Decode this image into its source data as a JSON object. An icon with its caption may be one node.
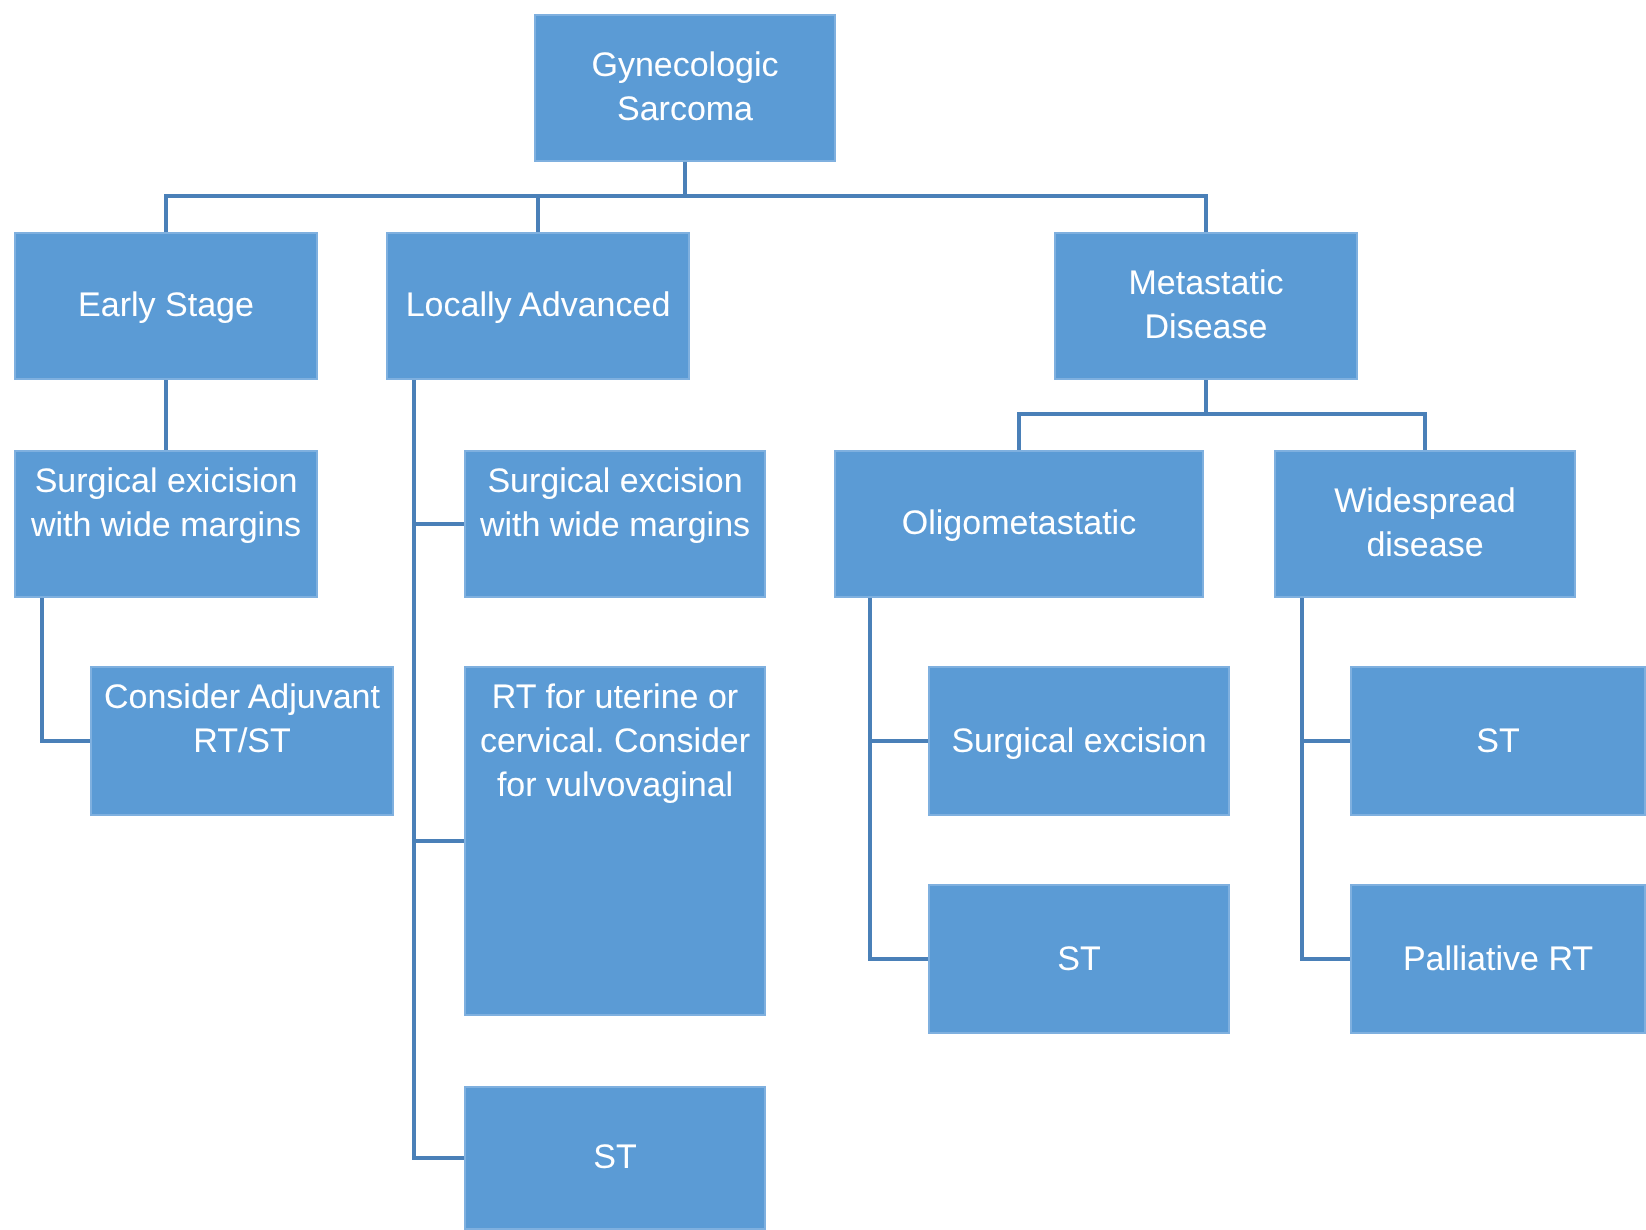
{
  "diagram": {
    "nodes": [
      {
        "text": [
          "Gynecologic Sarcoma"
        ]
      },
      {
        "text": [
          "Early Stage"
        ]
      },
      {
        "text": [
          "Locally Advanced"
        ]
      },
      {
        "text": [
          "Metastatic Disease"
        ]
      },
      {
        "text": [
          "Surgical exicision with wide margins"
        ]
      },
      {
        "text": [
          "Consider Adjuvant RT/ST"
        ]
      },
      {
        "text": [
          "Surgical excision with wide margins"
        ]
      },
      {
        "text": [
          "RT for uterine or cervical. Consider for vulvovaginal"
        ]
      },
      {
        "text": [
          "ST"
        ]
      },
      {
        "text": [
          "Oligometastatic"
        ]
      },
      {
        "text": [
          "Widespread disease"
        ]
      },
      {
        "text": [
          "Surgical excision"
        ]
      },
      {
        "text": [
          "ST"
        ]
      },
      {
        "text": [
          "ST"
        ]
      },
      {
        "text": [
          "Palliative RT"
        ]
      }
    ],
    "edges": [
      {
        "from": 0,
        "to": 1,
        "arrow": "none"
      },
      {
        "from": 0,
        "to": 2,
        "arrow": "none"
      },
      {
        "from": 0,
        "to": 3,
        "arrow": "none"
      },
      {
        "from": 1,
        "to": 4,
        "arrow": "none"
      },
      {
        "from": 4,
        "to": 5,
        "arrow": "none"
      },
      {
        "from": 2,
        "to": 6,
        "arrow": "none"
      },
      {
        "from": 2,
        "to": 7,
        "arrow": "none"
      },
      {
        "from": 2,
        "to": 8,
        "arrow": "none"
      },
      {
        "from": 3,
        "to": 9,
        "arrow": "none"
      },
      {
        "from": 3,
        "to": 10,
        "arrow": "none"
      },
      {
        "from": 9,
        "to": 11,
        "arrow": "none"
      },
      {
        "from": 9,
        "to": 12,
        "arrow": "none"
      },
      {
        "from": 10,
        "to": 13,
        "arrow": "none"
      },
      {
        "from": 10,
        "to": 14,
        "arrow": "none"
      }
    ]
  }
}
